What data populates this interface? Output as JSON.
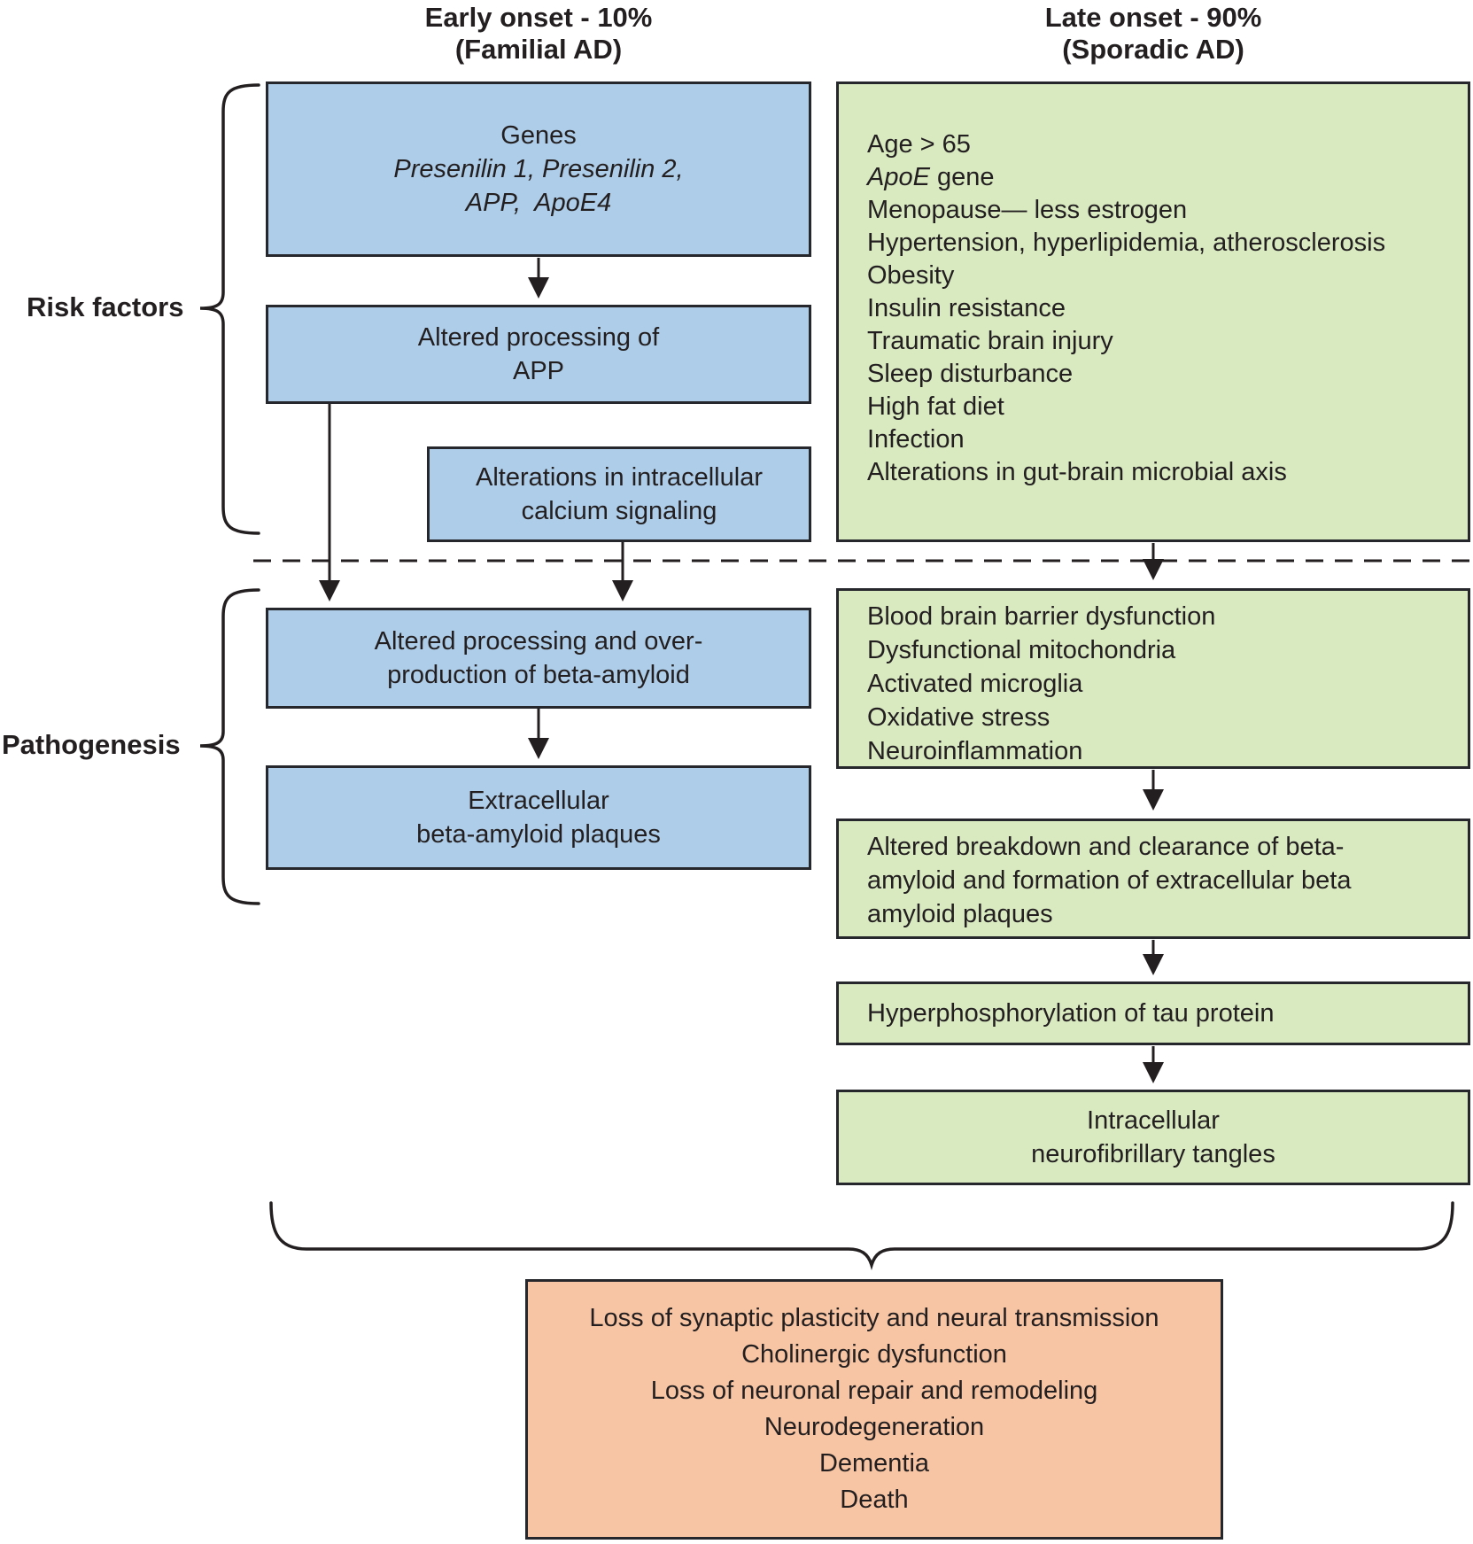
{
  "colors": {
    "blue_fill": "#aecde9",
    "green_fill": "#d9eac1",
    "orange_fill": "#f7c5a3",
    "text": "#231f20"
  },
  "header": {
    "early": {
      "line1": "Early onset - 10%",
      "line2": "(Familial AD)"
    },
    "late": {
      "line1": "Late onset - 90%",
      "line2": "(Sporadic AD)"
    }
  },
  "section_labels": {
    "risk_factors": "Risk factors",
    "pathogenesis": "Pathogenesis"
  },
  "left_column": {
    "genes_box": {
      "line1": "Genes",
      "line2": "Presenilin 1, Presenilin 2,",
      "line3": "APP,  ApoE4"
    },
    "app_box": {
      "line1": "Altered processing of",
      "line2": "APP"
    },
    "calcium_box": {
      "line1": "Alterations in intracellular",
      "line2": "calcium signaling"
    },
    "overproduction_box": {
      "line1": "Altered processing and over-",
      "line2": "production of beta-amyloid"
    },
    "plaques_box": {
      "line1": "Extracellular",
      "line2": "beta-amyloid plaques"
    }
  },
  "right_column": {
    "risk_box": {
      "line_age": "Age > 65",
      "apoe_italic": "ApoE",
      "apoe_rest": " gene",
      "lines": [
        "Menopause— less estrogen",
        "Hypertension, hyperlipidemia, atherosclerosis",
        "Obesity",
        "Insulin resistance",
        "Traumatic brain injury",
        "Sleep disturbance",
        "High fat diet",
        "Infection",
        "Alterations in gut-brain microbial axis"
      ]
    },
    "bbb_box": {
      "lines": [
        "Blood brain barrier dysfunction",
        "Dysfunctional mitochondria",
        "Activated microglia",
        "Oxidative stress",
        "Neuroinflammation"
      ]
    },
    "breakdown_box": {
      "text": "Altered breakdown and clearance of beta-amyloid and formation of extracellular beta amyloid plaques"
    },
    "tau_box": {
      "text": "Hyperphosphorylation of tau protein"
    },
    "tangles_box": {
      "line1": "Intracellular",
      "line2": "neurofibrillary tangles"
    }
  },
  "outcome_box": {
    "lines": [
      "Loss of synaptic plasticity and neural transmission",
      "Cholinergic dysfunction",
      "Loss of neuronal repair and remodeling",
      "Neurodegeneration",
      "Dementia",
      "Death"
    ]
  }
}
